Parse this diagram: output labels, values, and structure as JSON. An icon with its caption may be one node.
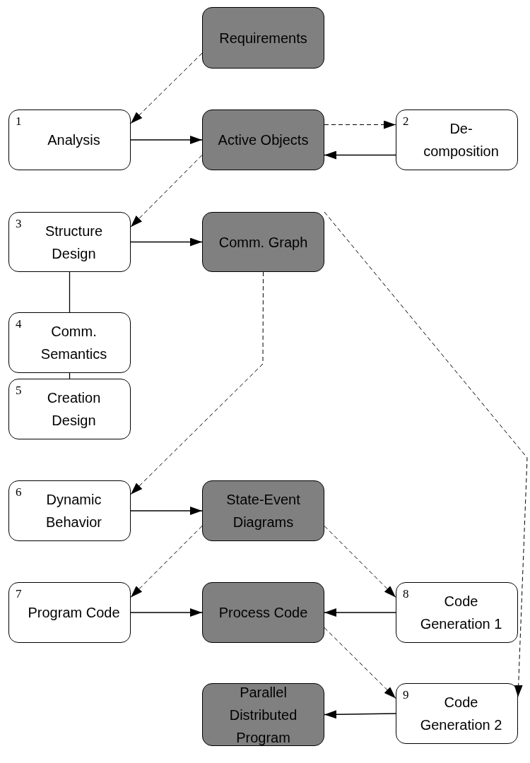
{
  "diagram": {
    "nodes": [
      {
        "text": [
          "Requirements"
        ]
      },
      {
        "text": [
          "1",
          "Analysis"
        ]
      },
      {
        "text": [
          "Active Objects"
        ]
      },
      {
        "text": [
          "2",
          "De- composition"
        ]
      },
      {
        "text": [
          "3",
          "Structure Design"
        ]
      },
      {
        "text": [
          "Comm. Graph"
        ]
      },
      {
        "text": [
          "4",
          "Comm. Semantics"
        ]
      },
      {
        "text": [
          "5",
          "Creation Design"
        ]
      },
      {
        "text": [
          "6",
          "Dynamic Behavior"
        ]
      },
      {
        "text": [
          "State-Event Diagrams"
        ]
      },
      {
        "text": [
          "7",
          "Program Code"
        ]
      },
      {
        "text": [
          "Process Code"
        ]
      },
      {
        "text": [
          "8",
          "Code Generation 1"
        ]
      },
      {
        "text": [
          "Parallel Distributed Program"
        ]
      },
      {
        "text": [
          "9",
          "Code Generation 2"
        ]
      }
    ],
    "edges": [
      {
        "from": 0,
        "to": 1,
        "arrow": "to",
        "style": "dashed"
      },
      {
        "from": 1,
        "to": 2,
        "arrow": "to"
      },
      {
        "from": 2,
        "to": 3,
        "arrow": "to",
        "style": "dashed"
      },
      {
        "from": 3,
        "to": 2,
        "arrow": "to"
      },
      {
        "from": 2,
        "to": 4,
        "arrow": "to",
        "style": "dashed"
      },
      {
        "from": 4,
        "to": 5,
        "arrow": "to"
      },
      {
        "from": 4,
        "to": 6,
        "arrow": "none"
      },
      {
        "from": 6,
        "to": 7,
        "arrow": "none"
      },
      {
        "from": 5,
        "to": 8,
        "arrow": "to",
        "style": "dashed"
      },
      {
        "from": 5,
        "to": 14,
        "arrow": "to",
        "style": "dashed"
      },
      {
        "from": 8,
        "to": 9,
        "arrow": "to"
      },
      {
        "from": 9,
        "to": 10,
        "arrow": "to",
        "style": "dashed"
      },
      {
        "from": 9,
        "to": 12,
        "arrow": "to",
        "style": "dashed"
      },
      {
        "from": 10,
        "to": 11,
        "arrow": "to"
      },
      {
        "from": 12,
        "to": 11,
        "arrow": "to"
      },
      {
        "from": 11,
        "to": 14,
        "arrow": "to",
        "style": "dashed"
      },
      {
        "from": 14,
        "to": 13,
        "arrow": "to"
      }
    ]
  }
}
